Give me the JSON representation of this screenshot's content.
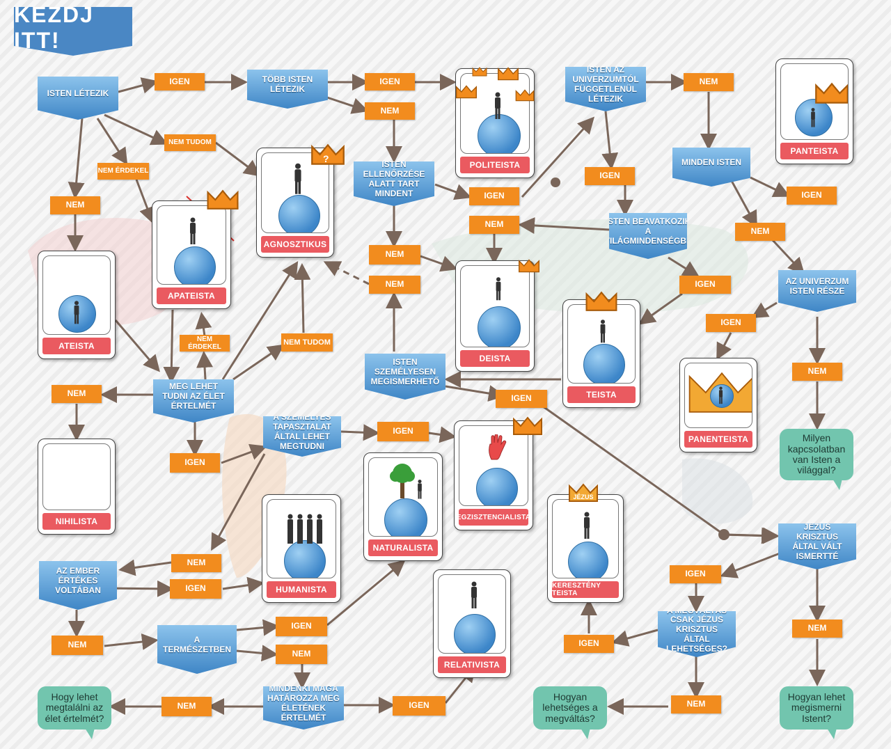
{
  "start": "KEZDJ ITT!",
  "questions": {
    "q_exists": "ISTEN LÉTEZIK",
    "q_many": "TÖBB ISTEN LÉTEZIK",
    "q_control": "ISTEN ELLENŐRZÉSE ALATT TART MINDENT",
    "q_indep": "ISTEN AZ UNIVERZUMTÓL FÜGGETLENÜL LÉTEZIK",
    "q_everything": "MINDEN ISTEN",
    "q_intervene": "ISTEN BEAVATKOZIK A VILÁGMINDENSÉGBE",
    "q_part": "AZ UNIVERZUM ISTEN RÉSZE",
    "q_personal": "ISTEN SZEMÉLYESEN MEGISMERHETŐ",
    "q_meaning": "MEG LEHET TUDNI AZ ÉLET ÉRTELMÉT",
    "q_experience": "A SZEMÉLYES TAPASZTALAT ÁLTAL LEHET MEGTUDNI",
    "q_human": "AZ EMBER ÉRTÉKES VOLTÁBAN",
    "q_nature": "A TERMÉSZETBEN",
    "q_self": "MINDENKI MAGA HATÁROZZA MEG ÉLETÉNEK ÉRTELMÉT",
    "q_jesus": "JÉZUS KRISZTUS ÁLTAL VÁLT ISMERTTÉ",
    "q_redemption": "A MEGVÁLTÁS CSAK JÉZUS KRISZTUS ÁLTAL LEHETSÉGES?"
  },
  "answers": {
    "igen": "IGEN",
    "nem": "NEM",
    "nem_tudom": "NEM TUDOM",
    "nem_erdekel": "NEM ÉRDEKEL",
    "question_mark": "?",
    "jezus": "JÉZUS"
  },
  "results": {
    "politeista": "POLITEISTA",
    "panteista": "PANTEISTA",
    "agnosztikus": "AGNOSZTIKUS",
    "apateista": "APATEISTA",
    "ateista": "ATEISTA",
    "deista": "DEISTA",
    "teista": "TEISTA",
    "panenteista": "PANENTEISTA",
    "nihilista": "NIHILISTA",
    "humanista": "HUMANISTA",
    "naturalista": "NATURALISTA",
    "egzisztencialista": "EGZISZTENCIALISTA",
    "kereszteny": "KERESZTÉNY TEISTA",
    "relativista": "RELATIVISTA"
  },
  "bubbles": {
    "b_relation": "Milyen kapcsolatban van Isten a világgal?",
    "b_meaning": "Hogy lehet megtalálni az élet értelmét?",
    "b_redemption": "Hogyan lehetséges a megváltás?",
    "b_know": "Hogyan lehet megismerni Istent?"
  },
  "colors": {
    "question_blue": "#4a87c4",
    "answer_orange": "#f28c1e",
    "result_red": "#ea5a60",
    "bubble_green": "#72c5ae",
    "connector": "#7a665a"
  }
}
